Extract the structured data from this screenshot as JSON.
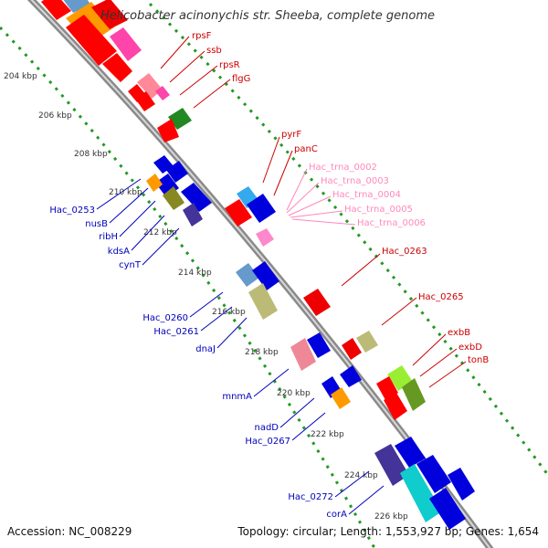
{
  "header": {
    "title": "Helicobacter acinonychis str. Sheeba, complete genome"
  },
  "footer": {
    "accession": "Accession: NC_008229",
    "topology": "Topology: circular; Length: 1,553,927 bp; Genes: 1,654"
  },
  "colors": {
    "backbone": "#808080",
    "tick_marks": "#229922",
    "forward_labels": "#cc0000",
    "trna_labels": "#ff88bb",
    "reverse_labels": "#0000bb",
    "scale_text": "#333333"
  },
  "scale": {
    "unit": "kbp",
    "ticks": [
      "204 kbp",
      "206 kbp",
      "208 kbp",
      "210 kbp",
      "212 kbp",
      "214 kbp",
      "216 kbp",
      "218 kbp",
      "220 kbp",
      "222 kbp",
      "224 kbp",
      "226 kbp"
    ]
  },
  "genes": {
    "forward": [
      "rpsF",
      "ssb",
      "rpsR",
      "flgG",
      "pyrF",
      "panC",
      "Hac_0263",
      "Hac_0265",
      "exbB",
      "exbD",
      "tonB"
    ],
    "trna": [
      "Hac_trna_0002",
      "Hac_trna_0003",
      "Hac_trna_0004",
      "Hac_trna_0005",
      "Hac_trna_0006"
    ],
    "reverse": [
      "Hac_0253",
      "nusB",
      "ribH",
      "kdsA",
      "cynT",
      "Hac_0260",
      "Hac_0261",
      "dnaJ",
      "mnmA",
      "nadD",
      "Hac_0267",
      "Hac_0272",
      "corA"
    ]
  }
}
